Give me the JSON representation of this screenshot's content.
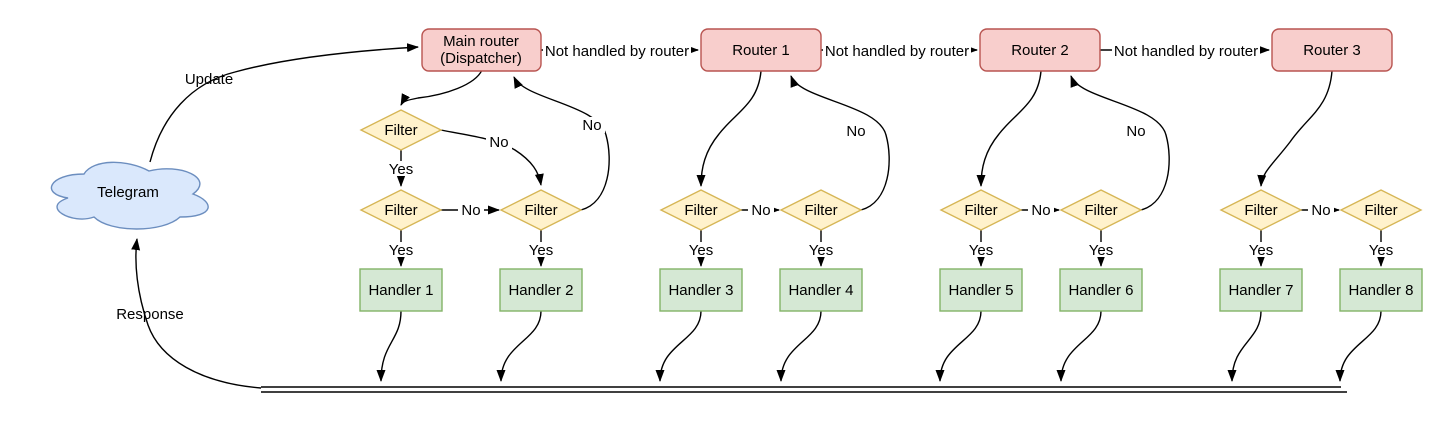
{
  "colors": {
    "edge": "#000000",
    "text": "#000000",
    "router_fill": "#f8cecc",
    "router_stroke": "#b85450",
    "filter_fill": "#fff2cc",
    "filter_stroke": "#d6b656",
    "handler_fill": "#d5e8d4",
    "handler_stroke": "#82b366",
    "cloud_fill": "#dae8fc",
    "cloud_stroke": "#6c8ebf"
  },
  "cloud": {
    "label": "Telegram"
  },
  "labels": {
    "update": "Update",
    "response": "Response",
    "not_handled": "Not handled by router",
    "yes": "Yes",
    "no": "No"
  },
  "filter_label": "Filter",
  "routers": [
    {
      "line1": "Main router",
      "line2": "(Dispatcher)"
    },
    {
      "label": "Router 1"
    },
    {
      "label": "Router 2"
    },
    {
      "label": "Router 3"
    }
  ],
  "handlers": [
    {
      "label": "Handler 1"
    },
    {
      "label": "Handler 2"
    },
    {
      "label": "Handler 3"
    },
    {
      "label": "Handler 4"
    },
    {
      "label": "Handler 5"
    },
    {
      "label": "Handler 6"
    },
    {
      "label": "Handler 7"
    },
    {
      "label": "Handler 8"
    }
  ]
}
